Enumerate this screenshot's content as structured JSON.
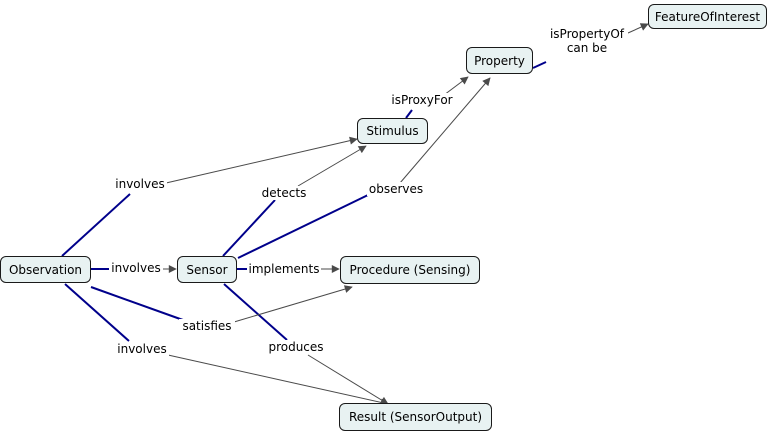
{
  "colors": {
    "structural_line": "#00008b",
    "arrow_line": "#4a4a4a",
    "node_fill": "#e8f2f2"
  },
  "nodes": {
    "feature_of_interest": "FeatureOfInterest",
    "property": "Property",
    "stimulus": "Stimulus",
    "observation": "Observation",
    "sensor": "Sensor",
    "procedure": "Procedure (Sensing)",
    "result": "Result (SensorOutput)"
  },
  "links": {
    "is_property_of_line1": "isPropertyOf",
    "is_property_of_line2": "can be",
    "is_proxy_for": "isProxyFor",
    "observation_involves_stimulus": "involves",
    "detects": "detects",
    "observes": "observes",
    "observation_involves_sensor": "involves",
    "implements": "implements",
    "satisfies": "satisfies",
    "observation_involves_result": "involves",
    "produces": "produces"
  }
}
